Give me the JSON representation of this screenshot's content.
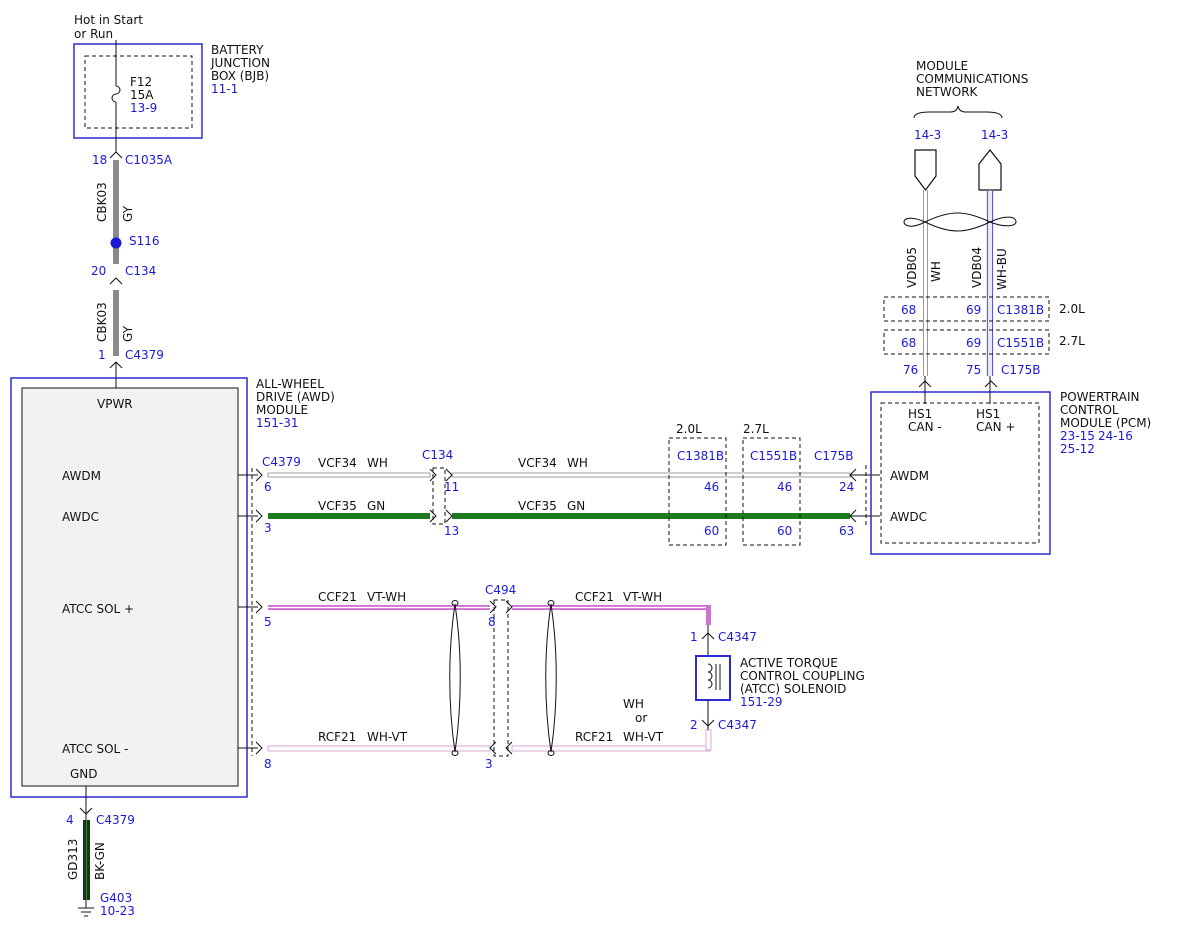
{
  "colors": {
    "frame_blue": "#2b2bd0",
    "ref_blue": "#1a1ad6",
    "gray": "#8a8a8a",
    "green": "#1e7a1e",
    "violet_white": "#d070d0",
    "white_violet": "#d8a8d8",
    "white": "#ffffff",
    "white_blue": "#5b5bd8",
    "black_green": "#143814",
    "module_fill": "#f2f2f2"
  },
  "power": {
    "hot_line1": "Hot in Start",
    "hot_line2": "or Run",
    "bjb_line1": "BATTERY",
    "bjb_line2": "JUNCTION",
    "bjb_line3": "BOX (BJB)",
    "bjb_ref": "11-1",
    "fuse_name": "F12",
    "fuse_rating": "15A",
    "fuse_ref": "13-9",
    "pin_c1035a": "18",
    "conn_c1035a": "C1035A",
    "circuit1": "CBK03",
    "color1": "GY",
    "splice": "S116",
    "pin_c134": "20",
    "conn_c134": "C134",
    "circuit2": "CBK03",
    "color2": "GY",
    "pin_c4379": "1",
    "conn_c4379": "C4379"
  },
  "awd": {
    "title_line1": "ALL-WHEEL",
    "title_line2": "DRIVE (AWD)",
    "title_line3": "MODULE",
    "ref": "151-31",
    "vpwr": "VPWR",
    "awdm": "AWDM",
    "awdc": "AWDC",
    "atcc_pos": "ATCC SOL +",
    "atcc_neg": "ATCC SOL -",
    "gnd": "GND"
  },
  "network": {
    "title_line1": "MODULE",
    "title_line2": "COMMUNICATIONS",
    "title_line3": "NETWORK",
    "ref_left": "14-3",
    "ref_right": "14-3",
    "circuit_left": "VDB05",
    "color_left": "WH",
    "circuit_right": "VDB04",
    "color_right": "WH-BU",
    "c1381b_pin_left": "68",
    "c1381b_pin_right": "69",
    "c1381b": "C1381B",
    "engine_20": "2.0L",
    "c1551b_pin_left": "68",
    "c1551b_pin_right": "69",
    "c1551b": "C1551B",
    "engine_27": "2.7L",
    "pcm_pin_left": "76",
    "pcm_pin_right": "75",
    "c175b": "C175B"
  },
  "pcm": {
    "title_line1": "POWERTRAIN",
    "title_line2": "CONTROL",
    "title_line3": "MODULE (PCM)",
    "ref_line1a": "23-15",
    "ref_line1b": "24-16",
    "ref_line2": "25-12",
    "hs1_left_line1": "HS1",
    "hs1_left_line2": "CAN -",
    "hs1_right_line1": "HS1",
    "hs1_right_line2": "CAN +",
    "awdm": "AWDM",
    "awdc": "AWDC"
  },
  "signal": {
    "c4379": "C4379",
    "awdm_pin": "6",
    "awdc_pin": "3",
    "vcf34_a": "VCF34",
    "wh_a": "WH",
    "vcf35_a": "VCF35",
    "gn_a": "GN",
    "c134": "C134",
    "c134_pin_top": "11",
    "c134_pin_bottom": "13",
    "vcf34_b": "VCF34",
    "wh_b": "WH",
    "vcf35_b": "VCF35",
    "gn_b": "GN",
    "label_20": "2.0L",
    "c1381b": "C1381B",
    "c1381b_pin_top": "46",
    "c1381b_pin_bottom": "60",
    "label_27": "2.7L",
    "c1551b": "C1551B",
    "c1551b_pin_top": "46",
    "c1551b_pin_bottom": "60",
    "c175b": "C175B",
    "c175b_pin_top": "24",
    "c175b_pin_bottom": "63"
  },
  "atcc": {
    "sol_pos_pin": "5",
    "circuit_pos_a": "CCF21",
    "color_pos_a": "VT-WH",
    "c494": "C494",
    "c494_pin_top": "8",
    "c494_pin_bottom": "3",
    "circuit_pos_b": "CCF21",
    "color_pos_b": "VT-WH",
    "sol_neg_pin": "8",
    "circuit_neg_a": "RCF21",
    "color_neg_a": "WH-VT",
    "circuit_neg_b": "RCF21",
    "color_neg_b": "WH-VT",
    "alt_color_line1": "WH",
    "alt_color_line2": "or",
    "c4347_pin_top": "1",
    "c4347_top": "C4347",
    "c4347_pin_bottom": "2",
    "c4347_bottom": "C4347",
    "sol_line1": "ACTIVE TORQUE",
    "sol_line2": "CONTROL COUPLING",
    "sol_line3": "(ATCC) SOLENOID",
    "sol_ref": "151-29"
  },
  "ground": {
    "pin": "4",
    "conn": "C4379",
    "circuit": "GD313",
    "color": "BK-GN",
    "ground_point": "G403",
    "ground_ref": "10-23"
  }
}
